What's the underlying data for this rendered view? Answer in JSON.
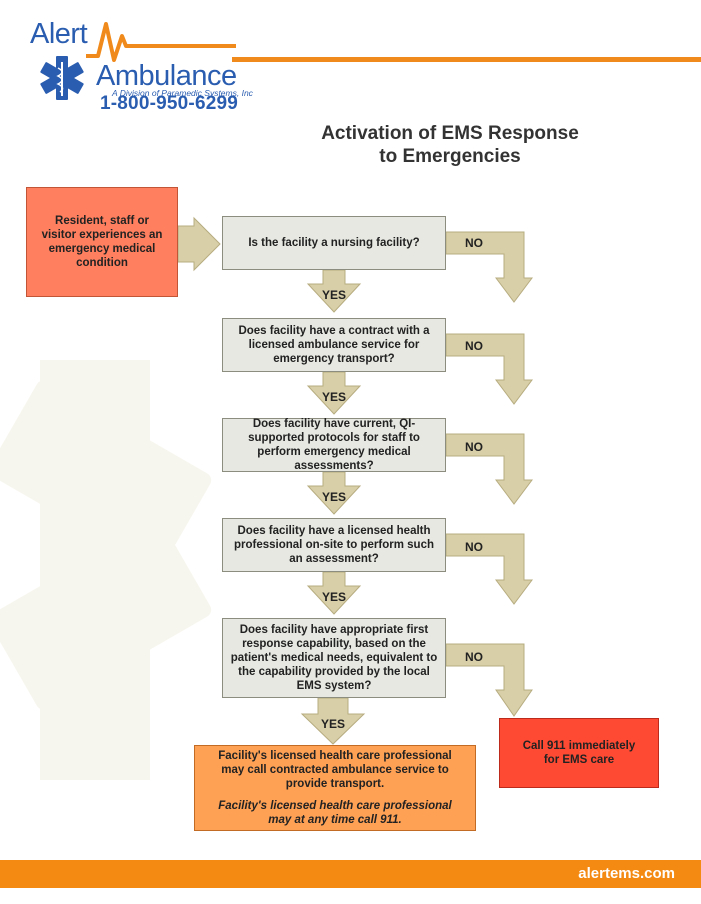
{
  "logo": {
    "word1": "Alert",
    "word2": "Ambulance",
    "subtitle": "A Division of Paramedic Systems, Inc",
    "phone": "1-800-950-6299"
  },
  "title": {
    "line1": "Activation of EMS Response",
    "line2": "to Emergencies"
  },
  "start_box": "Resident, staff or visitor experiences an emergency medical condition",
  "questions": [
    "Is the facility a nursing facility?",
    "Does facility have a contract with a licensed ambulance service for emergency transport?",
    "Does facility have current, QI-supported protocols for staff to perform emergency medical assessments?",
    "Does facility have a licensed health professional on-site to perform such an assessment?",
    "Does facility have appropriate first response capability, based on the patient's medical needs, equivalent to the capability provided by the local EMS system?"
  ],
  "yes_label": "YES",
  "no_label": "NO",
  "final_box": {
    "text": "Facility's licensed health care professional may call contracted ambulance service to provide transport.",
    "note": "Facility's licensed health care professional may at any time call 911."
  },
  "call_box": "Call 911 immediately for EMS care",
  "footer_url": "alertems.com",
  "colors": {
    "brand_blue": "#2a5db0",
    "brand_orange": "#f08a1c",
    "start_box": "#ff7f5e",
    "question_box": "#e6e8e1",
    "arrow": "#d8cfa8",
    "final_box": "#ffa155",
    "call_box": "#ff4a33"
  }
}
